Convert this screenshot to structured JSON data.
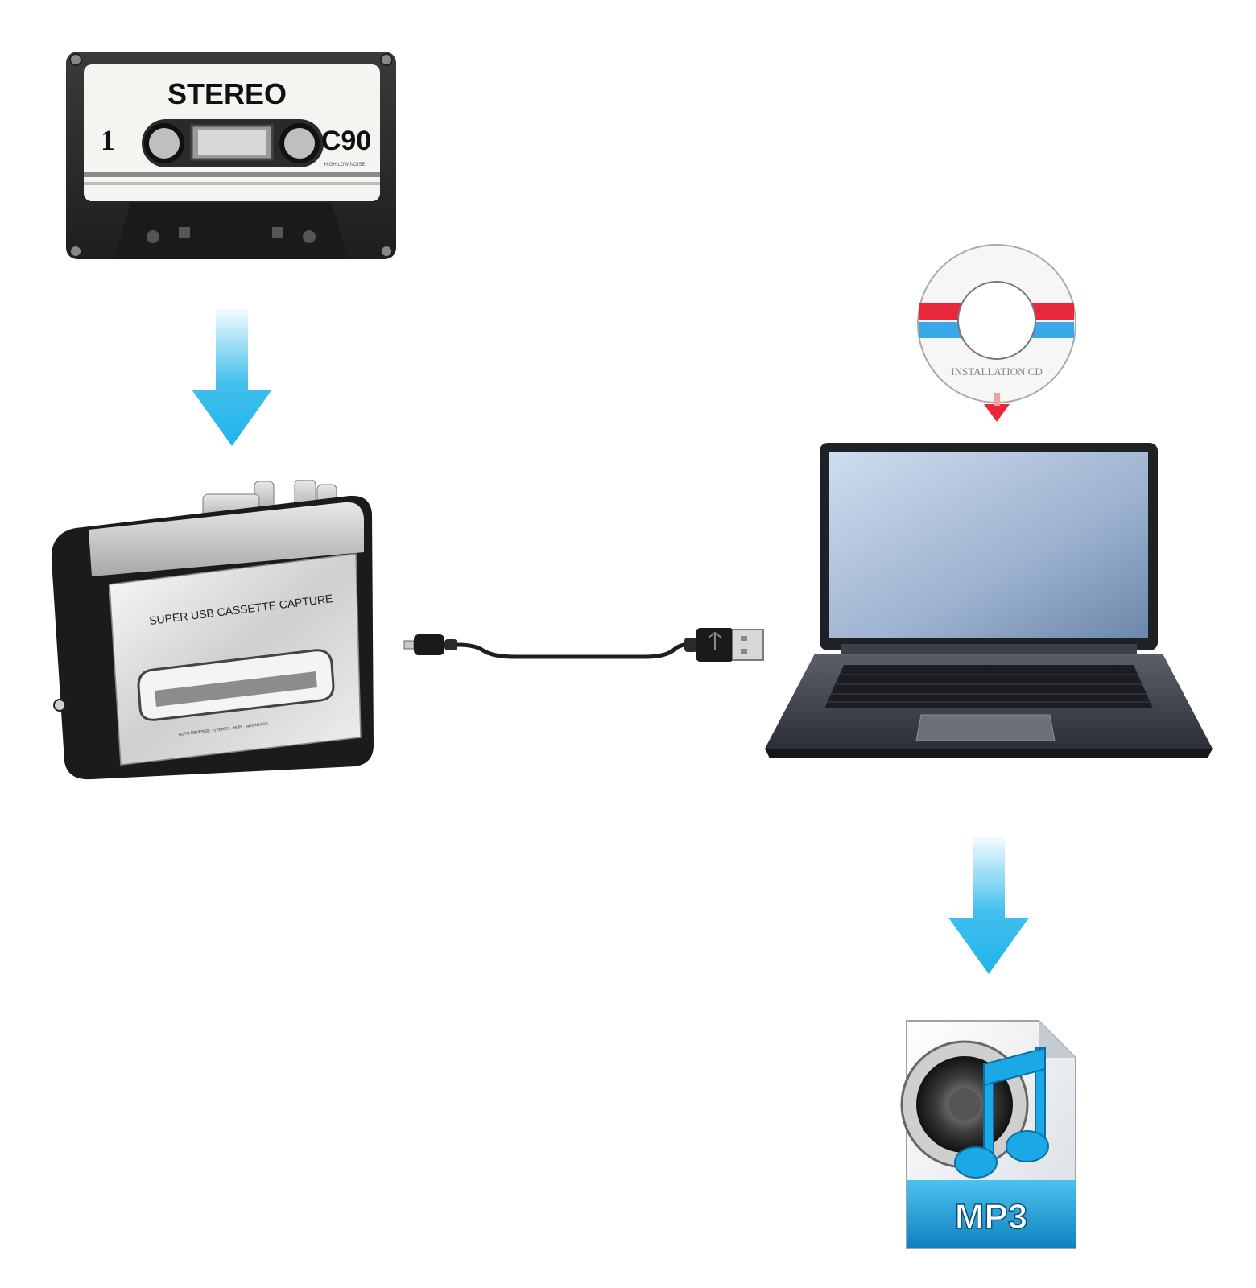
{
  "cassette": {
    "brand_text": "STEREO",
    "side_number": "1",
    "tape_type": "C90",
    "small_print": "HIGH LOW NOISE"
  },
  "player": {
    "label": "SUPER USB CASSETTE CAPTURE",
    "features": "AUTO REVERSE · STEREO · Hi-Fi · MEGABASS"
  },
  "cd": {
    "label": "INSTALLATION CD"
  },
  "mp3": {
    "label": "MP3"
  },
  "colors": {
    "arrow_blue": "#20b4ea",
    "cd_red": "#e8283a",
    "cd_blue": "#3aa8e8",
    "mp3_blue": "#1a9ed6"
  }
}
